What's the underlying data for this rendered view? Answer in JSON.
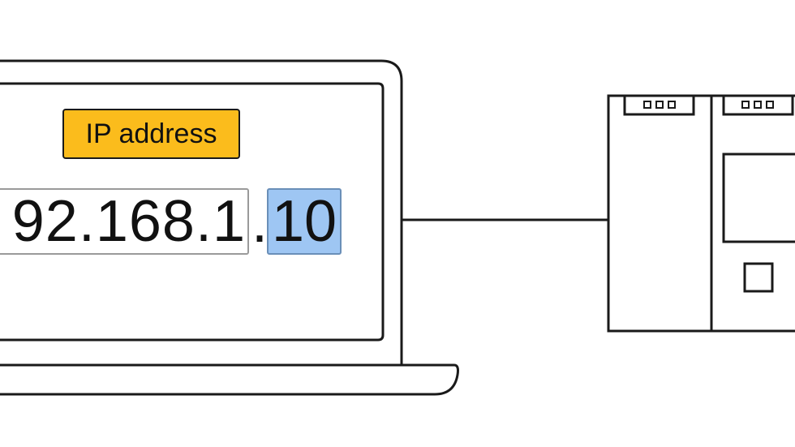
{
  "laptop": {
    "ip_label": "IP address",
    "ip_prefix": "92.168.1",
    "ip_separator": ".",
    "ip_host": "10"
  },
  "colors": {
    "label_background": "#FBBC1C",
    "host_highlight": "#9EC6F3",
    "line": "#1a1a1a"
  }
}
